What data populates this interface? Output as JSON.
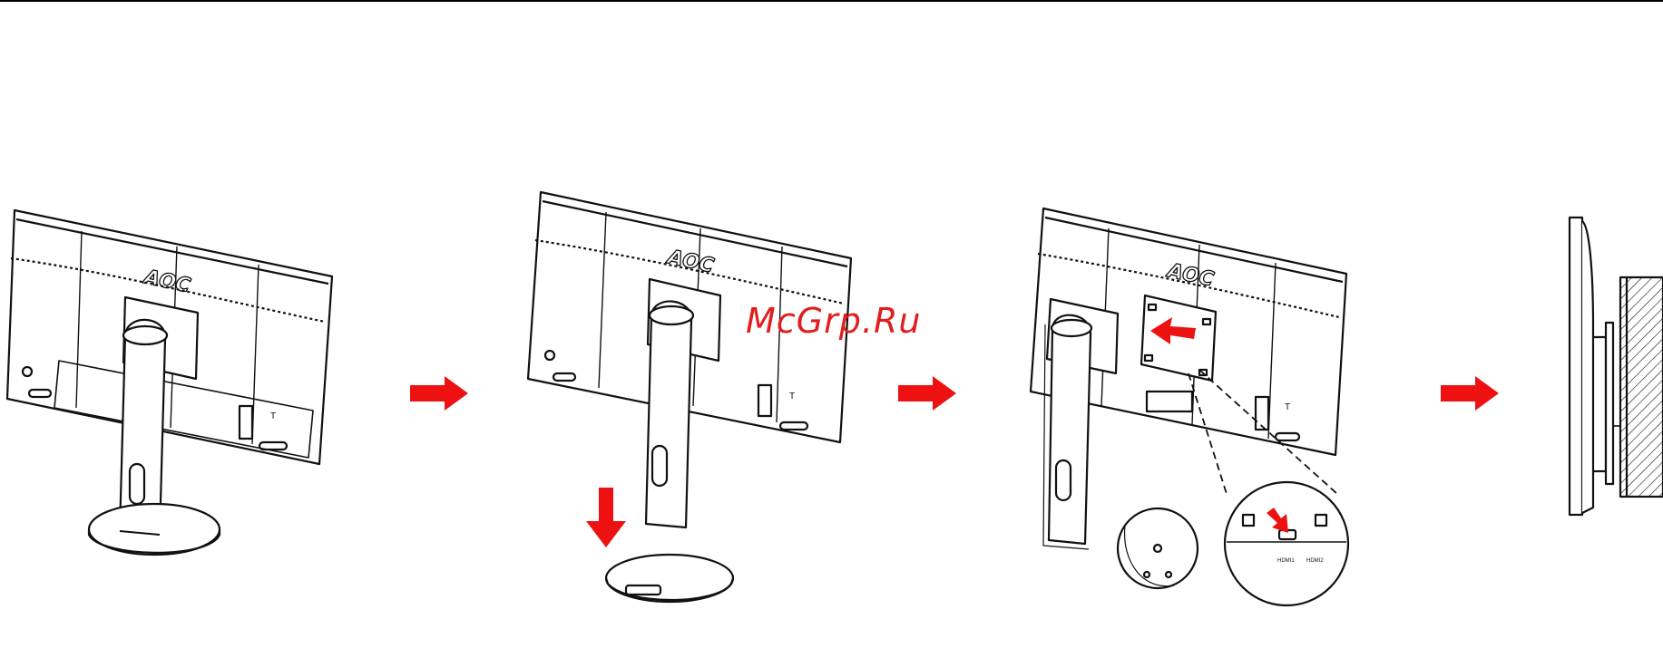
{
  "watermark": "McGrp.Ru",
  "logo_text": "AOC",
  "port_labels": [
    "HDMI1",
    "HDMI2"
  ],
  "colors": {
    "line": "#111111",
    "arrow": "#ee1111",
    "background": "#ffffff"
  },
  "steps": [
    {
      "name": "monitor-with-stand"
    },
    {
      "name": "remove-base"
    },
    {
      "name": "remove-stand"
    },
    {
      "name": "wall-mounted"
    }
  ]
}
